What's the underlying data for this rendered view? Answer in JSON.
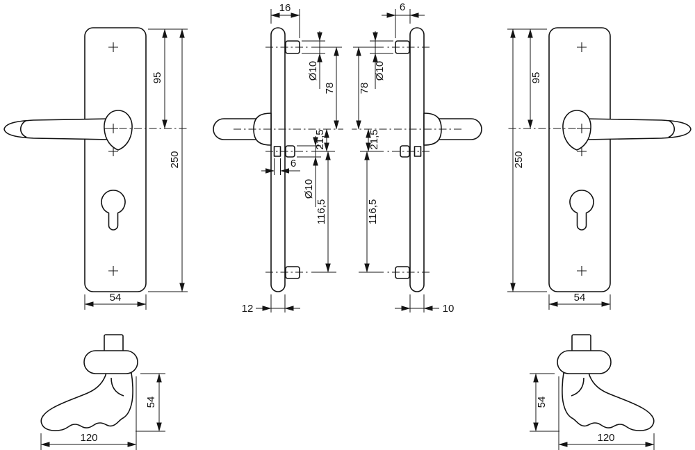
{
  "drawing": {
    "front_left": {
      "lever_height": "95",
      "plate_height": "250",
      "plate_width": "54"
    },
    "front_right": {
      "lever_height": "95",
      "plate_height": "250",
      "plate_width": "54"
    },
    "side_left": {
      "total_depth": "16",
      "top_hole_dia": "Ø10",
      "top_hole_to_lever": "78",
      "lever_to_spindle": "21,5",
      "slot_width": "6",
      "spindle_hole_dia": "Ø10",
      "spindle_to_bottom": "116,5",
      "plate_thickness": "12"
    },
    "side_right": {
      "boss_depth": "6",
      "top_hole_dia": "Ø10",
      "top_hole_to_lever": "78",
      "lever_to_spindle": "21,5",
      "spindle_to_bottom": "116,5",
      "plate_thickness": "10"
    },
    "top_left": {
      "grip_drop": "54",
      "grip_length": "120"
    },
    "top_right": {
      "grip_drop": "54",
      "grip_length": "120"
    }
  }
}
